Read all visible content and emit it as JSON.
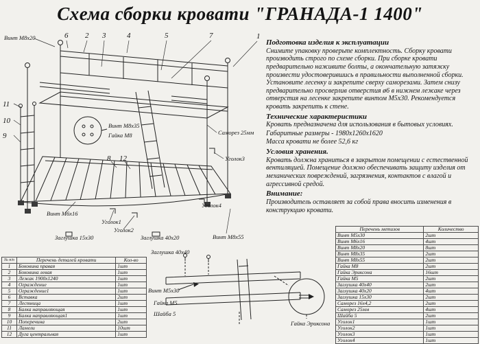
{
  "title": "Схема сборки кровати \"ГРАНАДА-1 1400\"",
  "instructions": {
    "prep_header": "Подготовка изделия к эксплуатации",
    "prep_body": "Снимите упаковку проверьте комплектность. Сборку кровати производить строго по схеме сборки. При сборке кровати предварительно наживите болты, а окончательную затяжку произвести удостоверившись в правильности выполненной сборки. Установите лесенку и закрепите сверху саморезами. Затем снизу предварительно просверлив отверстия ø6 в нижнем лежаке через отверстия на лесенке закрепите винтом М5х30. Рекомендуется кровать закрепить к стене.",
    "tech_header": "Технические характеристики",
    "tech_line1": "Кровать предназначена для использования в бытовых условиях.",
    "tech_line2": "Габаритные размеры - 1980х1260х1620",
    "tech_line3": "Масса кровати не более 52,6 кг",
    "storage_header": "Условия хранения.",
    "storage_body": "Кровать должна храниться в закрытом помещении с естественной вентиляцией. Помещение должно обеспечивать защиту изделия от механических повреждений, загрязнения, контактов с влагой и агрессивной средой.",
    "attention_header": "Внимание:",
    "attention_body": "Производитель оставляет за собой права вносить изменения в конструкцию кровати."
  },
  "diagram": {
    "callouts": {
      "c1": "1",
      "c2": "2",
      "c3": "3",
      "c4": "4",
      "c5": "5",
      "c6": "6",
      "c7": "7",
      "c8": "8",
      "c9": "9",
      "c10": "10",
      "c11": "11",
      "c12": "12"
    },
    "labels": {
      "vint_m8x20": "Винт М8х20",
      "vint_m8x35": "Винт М8х35",
      "gaika_m8": "Гайка М8",
      "samorez_25": "Саморез 25мм",
      "ugolok3": "Уголок3",
      "vint_m6x16": "Винт М6х16",
      "ugolok1": "Уголок1",
      "ugolok2": "Уголок2",
      "zaglushka_15x30": "Заглушка 15х30",
      "zaglushka_40x20": "Заглушка 40х20",
      "vint_m8x55": "Винт М8х55",
      "ugolok4": "Уголок4"
    }
  },
  "detail": {
    "labels": {
      "zaglushka_40x40": "Заглушка 40х40",
      "vint_m5x30": "Винт М5х30",
      "gaika_m5": "Гайка М5",
      "shaiba_5": "Шайба 5",
      "gaika_eriksona": "Гайка Эриксона"
    }
  },
  "parts_table": {
    "headers": [
      "№ п/п",
      "Перечень деталей кровати",
      "Кол-во"
    ],
    "rows": [
      [
        "1",
        "Боковина правая",
        "1шт"
      ],
      [
        "2",
        "Боковина левая",
        "1шт"
      ],
      [
        "3",
        "Лежак 1900х1240",
        "1шт"
      ],
      [
        "4",
        "Ограждение",
        "1шт"
      ],
      [
        "5",
        "Ограждение1",
        "1шт"
      ],
      [
        "6",
        "Вставка",
        "2шт"
      ],
      [
        "7",
        "Лестница",
        "1шт"
      ],
      [
        "8",
        "Балка направляющая",
        "1шт"
      ],
      [
        "9",
        "Балка направляющая1",
        "1шт"
      ],
      [
        "10",
        "Поперечина",
        "2шт"
      ],
      [
        "11",
        "Ламели",
        "10шт"
      ],
      [
        "12",
        "Дуга центральная",
        "1шт"
      ]
    ]
  },
  "hardware_table": {
    "headers": [
      "Перечень метизов",
      "Количество"
    ],
    "rows": [
      [
        "Винт М5х30",
        "2шт"
      ],
      [
        "Винт М6х16",
        "4шт"
      ],
      [
        "Винт М8х20",
        "8шт"
      ],
      [
        "Винт М8х35",
        "2шт"
      ],
      [
        "Винт М8х55",
        "2шт"
      ],
      [
        "Гайка М8",
        "2шт"
      ],
      [
        "Гайка Эриксона",
        "16шт"
      ],
      [
        "Гайка М5",
        "2шт"
      ],
      [
        "Заглушка 40х40",
        "2шт"
      ],
      [
        "Заглушка 40х20",
        "4шт"
      ],
      [
        "Заглушка 15х30",
        "2шт"
      ],
      [
        "Саморез 16х4,2",
        "2шт"
      ],
      [
        "Саморез 25мм",
        "4шт"
      ],
      [
        "Шайба 5",
        "2шт"
      ],
      [
        "Уголок1",
        "1шт"
      ],
      [
        "Уголок2",
        "1шт"
      ],
      [
        "Уголок3",
        "1шт"
      ],
      [
        "Уголок4",
        "1шт"
      ]
    ]
  }
}
